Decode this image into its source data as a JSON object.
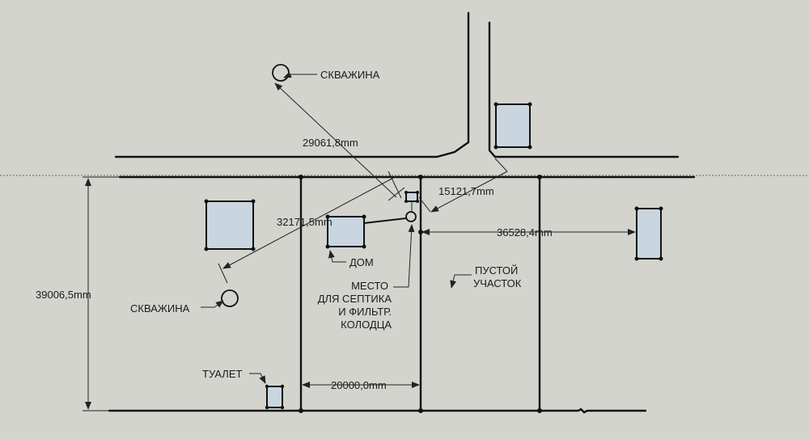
{
  "labels": {
    "well_top": "СКВАЖИНА",
    "well_left": "СКВАЖИНА",
    "house": "ДОМ",
    "place_line1": "МЕСТО",
    "place_line2": "ДЛЯ СЕПТИКА",
    "place_line3": "И ФИЛЬТР.",
    "place_line4": "КОЛОДЦА",
    "empty_line1": "ПУСТОЙ",
    "empty_line2": "УЧАСТОК",
    "toilet": "ТУАЛЕТ"
  },
  "dimensions": {
    "well_top_to_septic": "29061,8mm",
    "well_left_to_septic": "32171,5mm",
    "septic_to_road": "15121,7mm",
    "septic_to_neighbor": "36528,4mm",
    "plot_depth": "39006,5mm",
    "plot_width": "20000,0mm"
  },
  "colors": {
    "background": "#d4d4cf",
    "building_fill": "#c9d6e0",
    "lines": "#111111"
  }
}
